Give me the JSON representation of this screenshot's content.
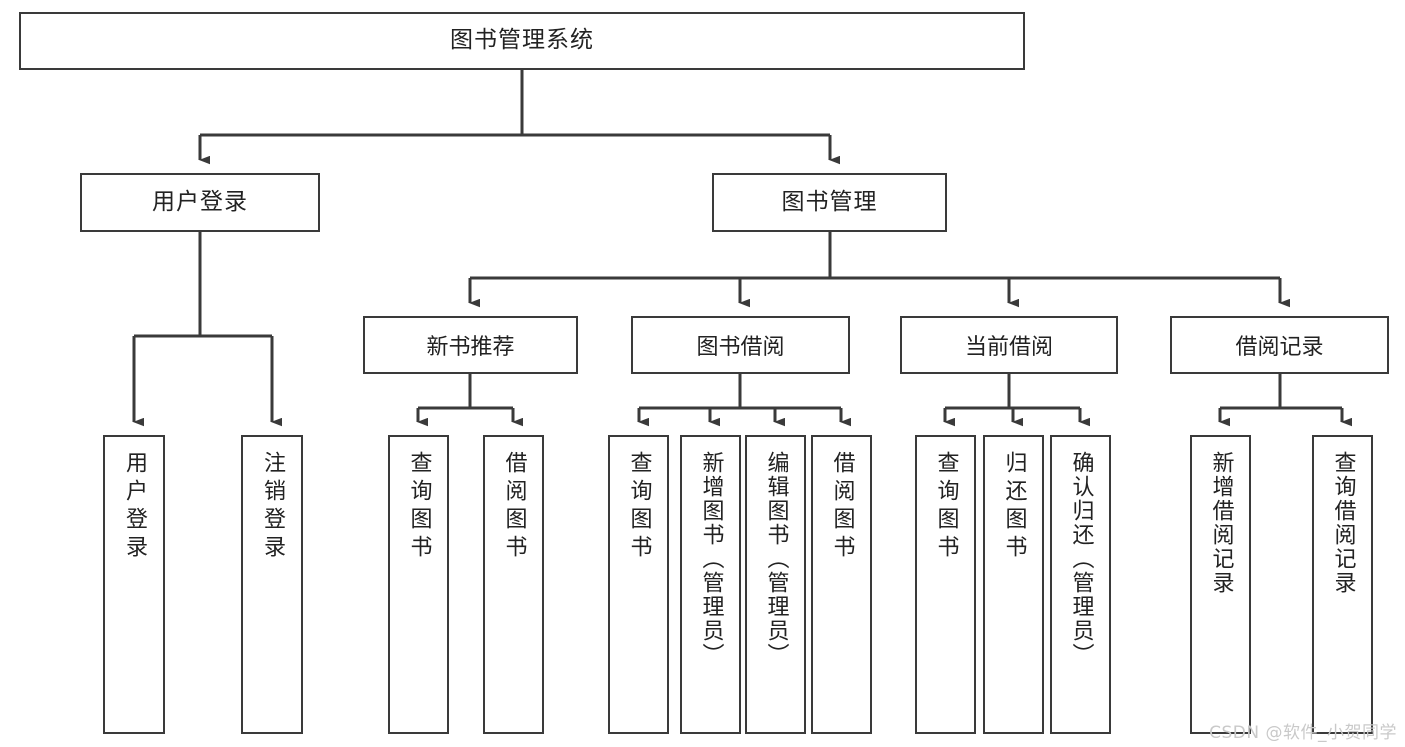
{
  "diagram": {
    "title": "图书管理系统",
    "type": "tree",
    "watermark": "CSDN @软件_小贺同学",
    "colors": {
      "box_border": "#3a3a3a",
      "box_fill": "#ffffff",
      "edge": "#3a3a3a",
      "text": "#222222",
      "watermark": "#c9c9c9"
    },
    "root": {
      "label": "图书管理系统"
    },
    "level2": [
      {
        "label": "用户登录"
      },
      {
        "label": "图书管理"
      }
    ],
    "level3": [
      {
        "label": "新书推荐"
      },
      {
        "label": "图书借阅"
      },
      {
        "label": "当前借阅"
      },
      {
        "label": "借阅记录"
      }
    ],
    "leaves": {
      "user_login": [
        {
          "label": "用户登录"
        },
        {
          "label": "注销登录"
        }
      ],
      "new_book_recommend": [
        {
          "label": "查询图书"
        },
        {
          "label": "借阅图书"
        }
      ],
      "book_borrow": [
        {
          "label": "查询图书"
        },
        {
          "label": "新增图书（管理员）"
        },
        {
          "label": "编辑图书（管理员）"
        },
        {
          "label": "借阅图书"
        }
      ],
      "current_borrow": [
        {
          "label": "查询图书"
        },
        {
          "label": "归还图书"
        },
        {
          "label": "确认归还（管理员）"
        }
      ],
      "borrow_record": [
        {
          "label": "新增借阅记录"
        },
        {
          "label": "查询借阅记录"
        }
      ]
    }
  }
}
